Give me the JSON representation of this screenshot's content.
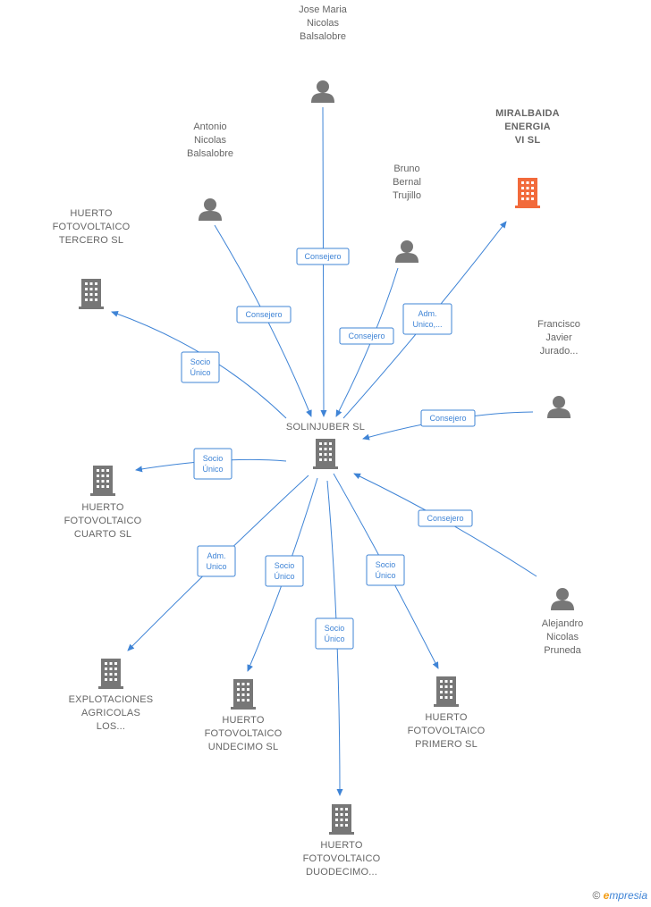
{
  "colors": {
    "edge": "#3f84d6",
    "node_gray": "#777777",
    "node_highlight": "#f26a3b"
  },
  "center": {
    "id": "solinjuber",
    "label": [
      "SOLINJUBER SL"
    ]
  },
  "nodes": [
    {
      "id": "jose",
      "type": "person",
      "label": [
        "Jose Maria",
        "Nicolas",
        "Balsalobre"
      ]
    },
    {
      "id": "antonio",
      "type": "person",
      "label": [
        "Antonio",
        "Nicolas",
        "Balsalobre"
      ]
    },
    {
      "id": "bruno",
      "type": "person",
      "label": [
        "Bruno",
        "Bernal",
        "Trujillo"
      ]
    },
    {
      "id": "miralbaida",
      "type": "company",
      "highlight": true,
      "label": [
        "MIRALBAIDA",
        "ENERGIA",
        "VI SL"
      ]
    },
    {
      "id": "tercero",
      "type": "company",
      "label": [
        "HUERTO",
        "FOTOVOLTAICO",
        "TERCERO SL"
      ]
    },
    {
      "id": "francisco",
      "type": "person",
      "label": [
        "Francisco",
        "Javier",
        "Jurado..."
      ]
    },
    {
      "id": "cuarto",
      "type": "company",
      "label": [
        "HUERTO",
        "FOTOVOLTAICO",
        "CUARTO SL"
      ]
    },
    {
      "id": "alejandro",
      "type": "person",
      "label": [
        "Alejandro",
        "Nicolas",
        "Pruneda"
      ]
    },
    {
      "id": "explotaciones",
      "type": "company",
      "label": [
        "EXPLOTACIONES",
        "AGRICOLAS",
        "LOS..."
      ]
    },
    {
      "id": "undecimo",
      "type": "company",
      "label": [
        "HUERTO",
        "FOTOVOLTAICO",
        "UNDECIMO SL"
      ]
    },
    {
      "id": "primero",
      "type": "company",
      "label": [
        "HUERTO",
        "FOTOVOLTAICO",
        "PRIMERO SL"
      ]
    },
    {
      "id": "duodecimo",
      "type": "company",
      "label": [
        "HUERTO",
        "FOTOVOLTAICO",
        "DUODECIMO..."
      ]
    }
  ],
  "edges": [
    {
      "from": "jose",
      "to": "solinjuber",
      "label": [
        "Consejero"
      ]
    },
    {
      "from": "antonio",
      "to": "solinjuber",
      "label": [
        "Consejero"
      ]
    },
    {
      "from": "bruno",
      "to": "solinjuber",
      "label": [
        "Consejero"
      ]
    },
    {
      "from": "solinjuber",
      "to": "miralbaida",
      "label": [
        "Adm.",
        "Unico,..."
      ]
    },
    {
      "from": "solinjuber",
      "to": "tercero",
      "label": [
        "Socio",
        "Único"
      ]
    },
    {
      "from": "francisco",
      "to": "solinjuber",
      "label": [
        "Consejero"
      ]
    },
    {
      "from": "solinjuber",
      "to": "cuarto",
      "label": [
        "Socio",
        "Único"
      ]
    },
    {
      "from": "alejandro",
      "to": "solinjuber",
      "label": [
        "Consejero"
      ]
    },
    {
      "from": "solinjuber",
      "to": "explotaciones",
      "label": [
        "Adm.",
        "Unico"
      ]
    },
    {
      "from": "solinjuber",
      "to": "undecimo",
      "label": [
        "Socio",
        "Único"
      ]
    },
    {
      "from": "solinjuber",
      "to": "primero",
      "label": [
        "Socio",
        "Único"
      ]
    },
    {
      "from": "solinjuber",
      "to": "duodecimo",
      "label": [
        "Socio",
        "Único"
      ]
    }
  ],
  "footer": {
    "copyright": "©",
    "brand_initial": "e",
    "brand_rest": "mpresia"
  }
}
